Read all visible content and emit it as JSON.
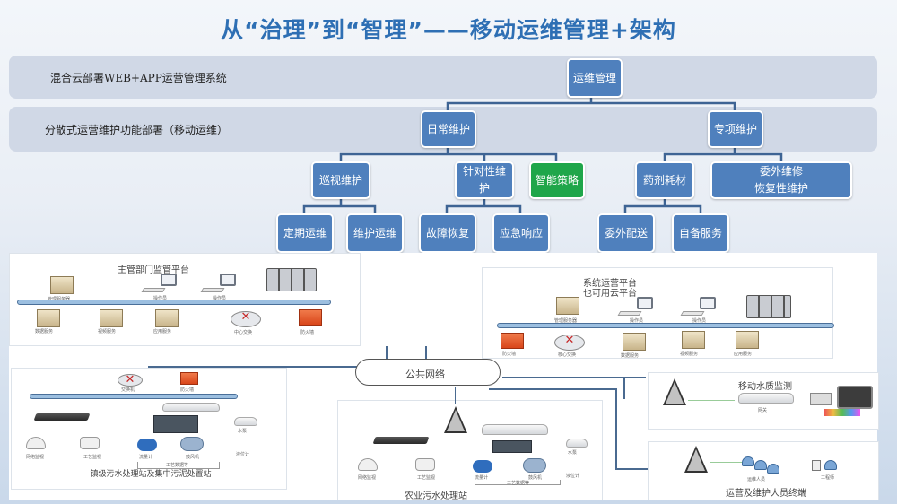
{
  "title": "从“治理”到“智理”——移动运维管理+架构",
  "bands": [
    {
      "label": "混合云部署WEB+APP运营管理系统"
    },
    {
      "label": "分散式运营维护功能部署（移动运维）"
    }
  ],
  "tree": {
    "root": "运维管理",
    "level1": [
      "日常维护",
      "专项维护"
    ],
    "level2": [
      "巡视维护",
      "针对性维护",
      "智能策略",
      "药剂耗材",
      "委外维修\n恢复性维护"
    ],
    "level3": [
      "定期运维",
      "维护运维",
      "故障恢复",
      "应急响应",
      "委外配送",
      "自备服务"
    ],
    "highlight_color": "#1fa64a",
    "node_color": "#4f80bd"
  },
  "diagrams": {
    "supervision": {
      "title": "主管部门监管平台",
      "devices": [
        "管理服务器",
        "操作员",
        "操作员",
        "数据服务",
        "视频服务",
        "应用服务",
        "中心交换",
        "防火墙"
      ]
    },
    "operations": {
      "title_line1": "系统运营平台",
      "title_line2": "也可用云平台",
      "devices": [
        "管理服务器",
        "操作员",
        "操作员",
        "防火墙",
        "核心交换",
        "数据服务",
        "视频服务",
        "应用服务"
      ]
    },
    "public_network": "公共网络",
    "town_station": {
      "title": "镇级污水处理站及集中污泥处置站",
      "devices": [
        "交换机",
        "防火墙",
        "网络监视",
        "工艺监视",
        "流量计",
        "鼓风机",
        "水泵",
        "液位计",
        "工艺数据等"
      ]
    },
    "rural_station": {
      "title": "农业污水处理站",
      "devices": [
        "网络监视",
        "工艺监视",
        "流量计",
        "鼓风机",
        "水泵",
        "液位计",
        "工艺数据等"
      ]
    },
    "mobile_water": {
      "title": "移动水质监测",
      "devices": [
        "网关"
      ]
    },
    "maintenance_terminal": {
      "title": "运营及维护人员终端",
      "devices": [
        "运维人员",
        "工程师"
      ]
    }
  }
}
